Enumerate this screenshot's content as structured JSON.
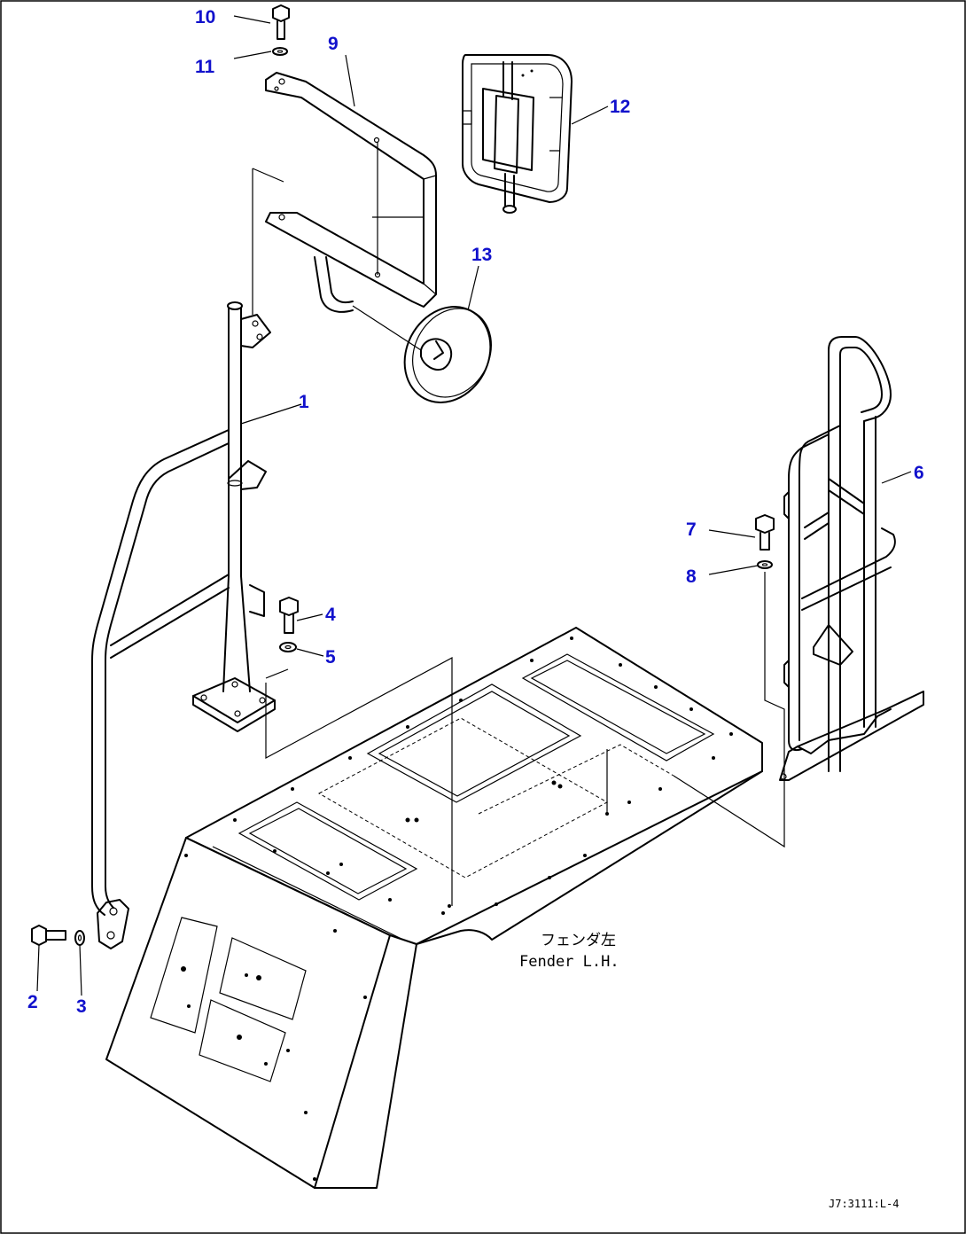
{
  "diagram": {
    "parts": [
      {
        "id": "p1",
        "number": "1"
      },
      {
        "id": "p2",
        "number": "2"
      },
      {
        "id": "p3",
        "number": "3"
      },
      {
        "id": "p4",
        "number": "4"
      },
      {
        "id": "p5",
        "number": "5"
      },
      {
        "id": "p6",
        "number": "6"
      },
      {
        "id": "p7",
        "number": "7"
      },
      {
        "id": "p8",
        "number": "8"
      },
      {
        "id": "p9",
        "number": "9"
      },
      {
        "id": "p10",
        "number": "10"
      },
      {
        "id": "p11",
        "number": "11"
      },
      {
        "id": "p12",
        "number": "12"
      },
      {
        "id": "p13",
        "number": "13"
      }
    ],
    "fender_label_jp": "フェンダ左",
    "fender_label_en": "Fender L.H.",
    "drawing_code": "J7:3111:L-4",
    "colors": {
      "callout": "#1111cc",
      "line": "#000000",
      "background": "#ffffff"
    }
  }
}
